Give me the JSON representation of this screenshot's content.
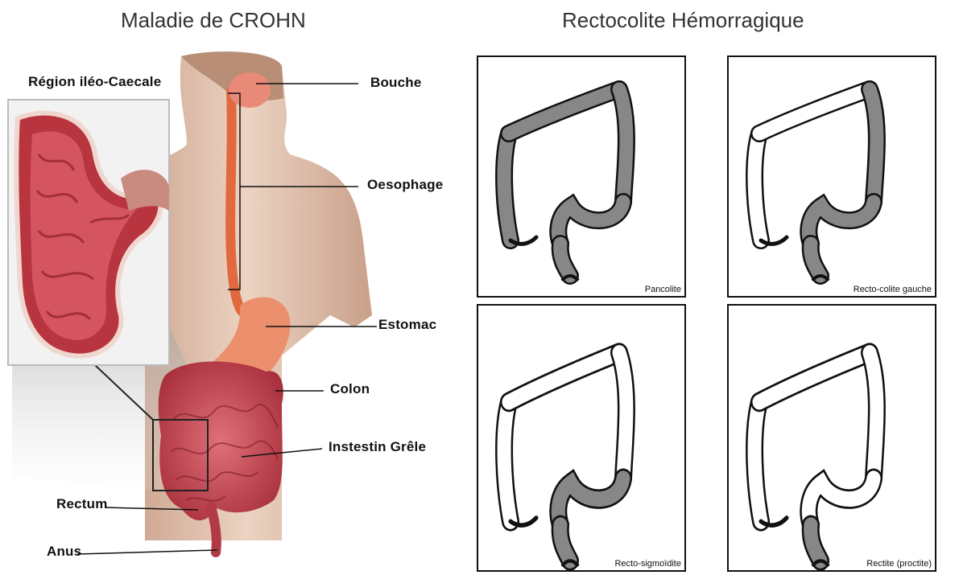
{
  "titles": {
    "left": "Maladie de CROHN",
    "right": "Rectocolite Hémorragique"
  },
  "anatomy": {
    "inset_label": "Région iléo-Caecale",
    "labels": {
      "bouche": "Bouche",
      "oesophage": "Oesophage",
      "estomac": "Estomac",
      "colon": "Colon",
      "intestin": "Instestin Grêle",
      "rectum": "Rectum",
      "anus": "Anus"
    }
  },
  "panels": [
    {
      "caption": "Pancolite",
      "affected": "pancolite"
    },
    {
      "caption": "Recto-colite gauche",
      "affected": "gauche"
    },
    {
      "caption": "Recto-sigmoïdite",
      "affected": "sigmoide"
    },
    {
      "caption": "Rectite (proctite)",
      "affected": "rectite"
    }
  ],
  "colors": {
    "diseased": "#878787",
    "healthy": "#ffffff",
    "outline": "#111111",
    "tissue": "#c0404a",
    "skin": "#d9b49a"
  }
}
